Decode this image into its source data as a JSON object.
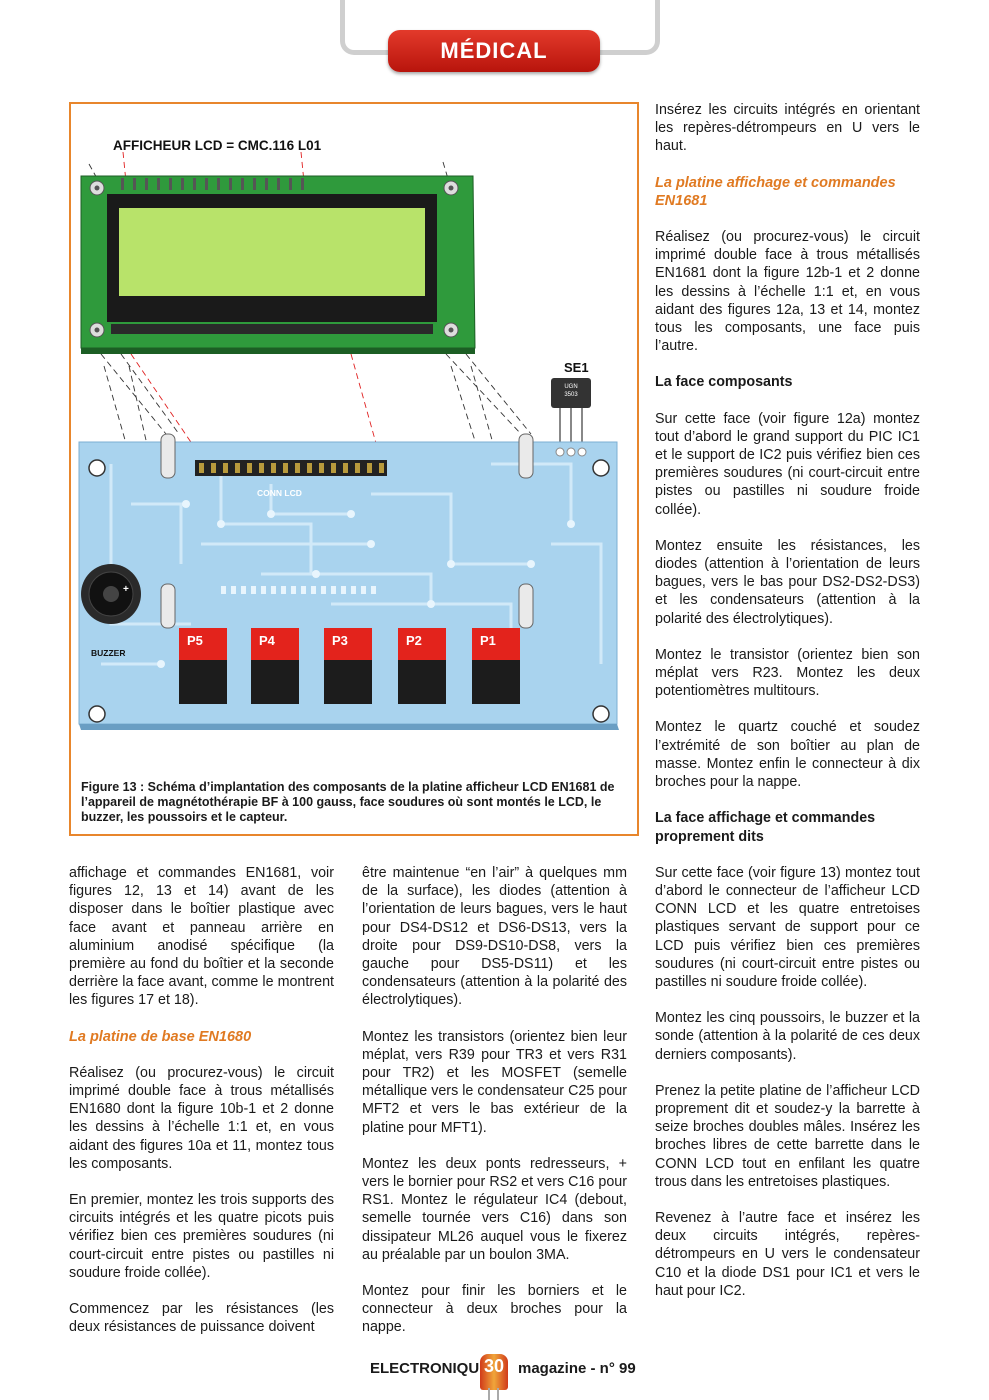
{
  "header": {
    "section": "MÉDICAL"
  },
  "figure": {
    "lcd_label": "AFFICHEUR LCD = CMC.116 L01",
    "se1_label": "SE1",
    "sensor_text_1": "UGN",
    "sensor_text_2": "3503",
    "sensor_plus": "+",
    "sensor_u": "U",
    "conn_label": "CONN LCD",
    "buzzer_label": "BUZZER",
    "buttons": [
      "P5",
      "P4",
      "P3",
      "P2",
      "P1"
    ],
    "caption": "Figure 13 : Schéma d’implantation des composants de la platine afficheur LCD EN1681 de l’appareil de magnétothérapie BF à 100 gauss, face soudures où sont montés le LCD, le buzzer, les poussoirs et le capteur.",
    "colors": {
      "border": "#e8862c",
      "pcb_green": "#2f9a3c",
      "lcd_screen": "#b8e36a",
      "pcb_blue": "#a9d3ee",
      "button_red": "#e3231c"
    }
  },
  "col1": {
    "p1": "affichage et commandes EN1681, voir figures 12, 13 et 14) avant de les disposer dans le boîtier plastique avec face avant et panneau arrière en aluminium anodisé spécifique (la première au fond du boîtier et la seconde derrière la face avant, comme le montrent les figures 17 et 18).",
    "h1": "La platine de base EN1680",
    "p2": "Réalisez (ou procurez-vous) le circuit imprimé double face à trous métallisés EN1680 dont la figure 10b-1 et 2 donne les dessins à l’échelle 1:1 et, en vous aidant des figures 10a et 11, montez tous les composants.",
    "p3": "En premier, montez les trois supports des circuits intégrés et les quatre picots puis vérifiez bien ces premières soudures (ni court-circuit entre pistes ou pastilles ni soudure froide collée).",
    "p4": "Commencez par les résistances (les deux résistances de puissance doivent"
  },
  "col2": {
    "p1": "être maintenue “en l’air” à quelques mm de la surface), les diodes (attention à l’orientation de leurs bagues, vers le haut pour DS4-DS12 et DS6-DS13, vers la droite pour DS9-DS10-DS8, vers la gauche pour DS5-DS11) et les condensateurs (attention à la polarité des électrolytiques).",
    "p2": "Montez les transistors (orientez bien leur méplat, vers R39 pour TR3 et vers R31 pour TR2) et les MOSFET (semelle métallique vers le condensateur C25 pour MFT2 et vers le bas extérieur de la platine pour MFT1).",
    "p3": "Montez les deux ponts redresseurs, + vers le bornier pour RS2 et vers C16 pour RS1. Montez le régulateur IC4 (debout, semelle tournée vers C16) dans son dissipateur ML26 auquel vous le fixerez au préalable par un boulon 3MA.",
    "p4": "Montez pour finir les borniers et le connecteur à deux broches pour la nappe."
  },
  "col3": {
    "p1": "Insérez les circuits intégrés en orientant les repères-détrompeurs en U vers le haut.",
    "h1": "La platine affichage et commandes EN1681",
    "p2": "Réalisez (ou procurez-vous) le circuit imprimé double face à trous métallisés EN1681 dont la figure 12b-1 et 2 donne les dessins à l’échelle 1:1 et, en vous aidant des figures 12a, 13 et 14, montez tous les composants, une face puis l’autre.",
    "h2": "La face composants",
    "p3": "Sur cette face (voir figure 12a) montez tout d’abord le grand support du PIC IC1 et le support de IC2 puis vérifiez bien ces premières soudures (ni court-circuit entre pistes ou pastilles ni soudure froide collée).",
    "p4": "Montez ensuite les résistances, les diodes (attention à l’orientation de leurs bagues, vers le bas pour DS2-DS2-DS3) et les condensateurs (attention à la polarité des électrolytiques).",
    "p5": "Montez le transistor (orientez bien son méplat vers R23. Montez les deux potentiomètres multitours.",
    "p6": "Montez le quartz couché et soudez l’extrémité de son boîtier au plan de masse. Montez enfin le connecteur à dix broches pour la nappe.",
    "h3": "La face affichage et commandes proprement dits",
    "p7": "Sur cette face (voir figure 13) montez tout d’abord le connecteur de l’afficheur LCD CONN LCD et les quatre entretoises plastiques servant de support pour ce LCD puis vérifiez bien ces premières soudures (ni court-circuit entre pistes ou pastilles ni soudure froide collée).",
    "p8": "Montez les cinq poussoirs, le buzzer et la sonde (attention à la polarité de ces deux derniers composants).",
    "p9": "Prenez la petite platine de l’afficheur LCD proprement dit et soudez-y la barrette à seize broches doubles mâles. Insérez les broches libres de cette barrette dans le CONN LCD tout en enfilant les quatre trous dans les entretoises plastiques.",
    "p10": "Revenez à l’autre face et insérez les deux circuits intégrés, repères-détrompeurs en U vers le condensateur C10 et la diode DS1 pour IC1 et vers le haut pour IC2."
  },
  "footer": {
    "left": "ELECTRONIQUE",
    "page": "30",
    "right": "magazine - n° 99"
  }
}
